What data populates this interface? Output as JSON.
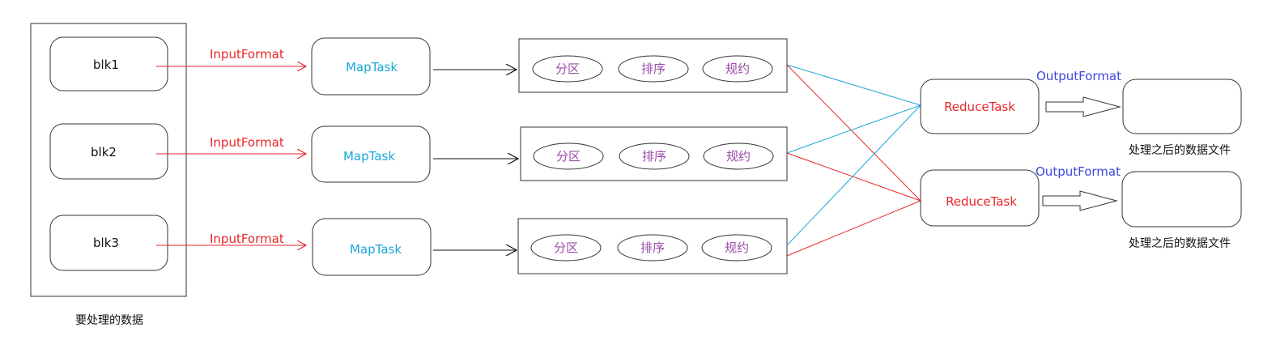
{
  "input_data": {
    "caption": "要处理的数据",
    "blocks": [
      "blk1",
      "blk2",
      "blk3"
    ]
  },
  "input_format_label": "InputFormat",
  "map_tasks": [
    "MapTask",
    "MapTask",
    "MapTask"
  ],
  "shuffle_stages": [
    "分区",
    "排序",
    "规约"
  ],
  "reduce_tasks": [
    "ReduceTask",
    "ReduceTask"
  ],
  "output_format_label": "OutputFormat",
  "output_file_caption": "处理之后的数据文件",
  "colors": {
    "input_format": "#e8262a",
    "map_task": "#1aa7d9",
    "stage": "#9a4ba8",
    "reduce_task": "#e8262a",
    "output_format": "#3b49d9",
    "shuffle_line_blue": "#1aa7d9",
    "shuffle_line_red": "#e8262a"
  }
}
